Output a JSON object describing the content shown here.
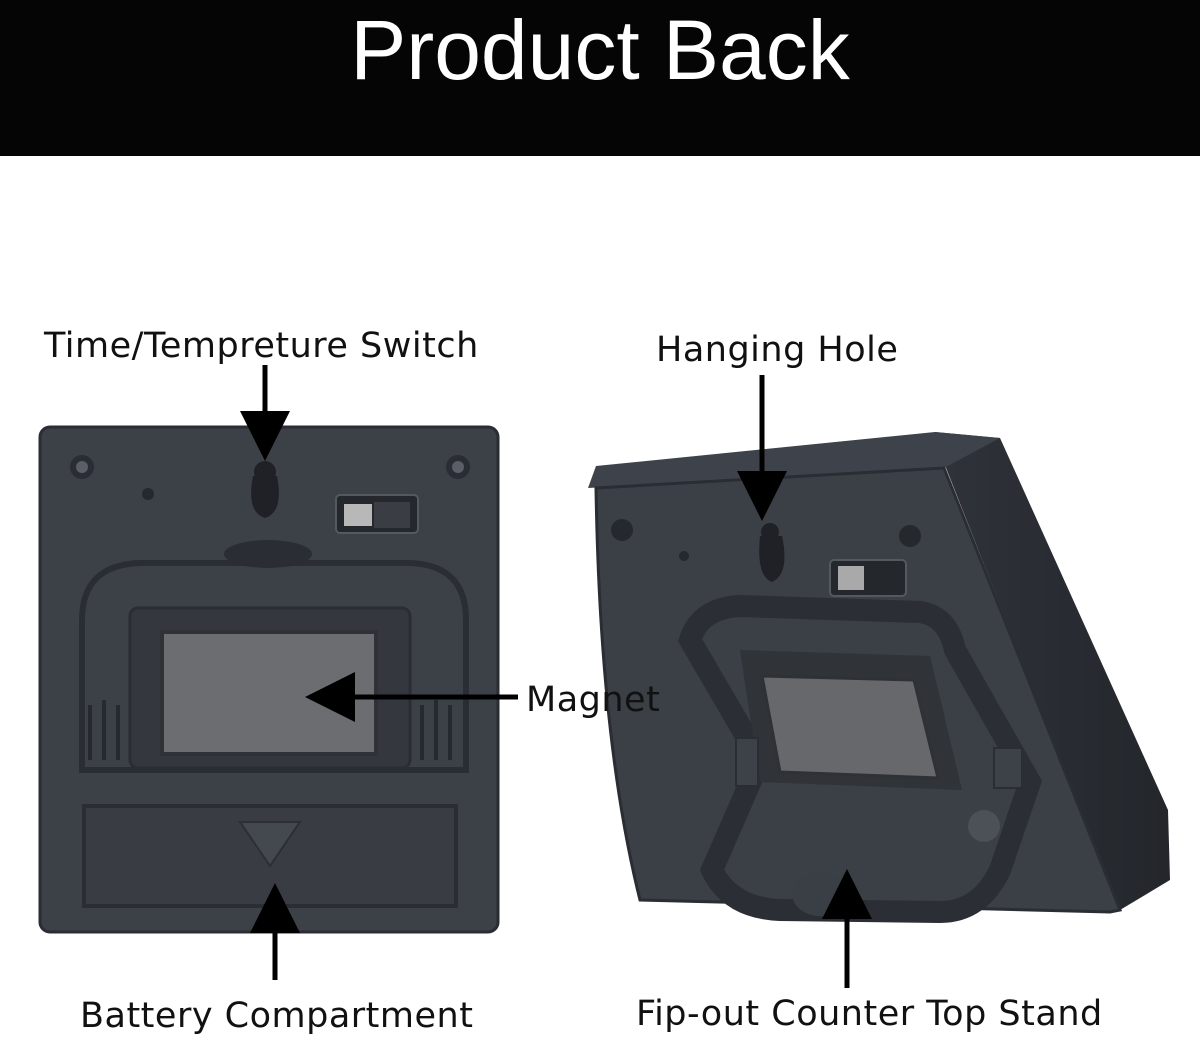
{
  "banner": {
    "title": "Product Back"
  },
  "labels": {
    "switch": "Time/Tempreture Switch",
    "magnet": "Magnet",
    "battery": "Battery Compartment",
    "hanging_hole": "Hanging Hole",
    "stand": "Fip-out Counter Top Stand"
  },
  "colors": {
    "banner": "#050505",
    "device": "#3b3f46",
    "device_dark": "#2a2d33",
    "magnet": "#6a6c70",
    "label_text": "#111111"
  }
}
